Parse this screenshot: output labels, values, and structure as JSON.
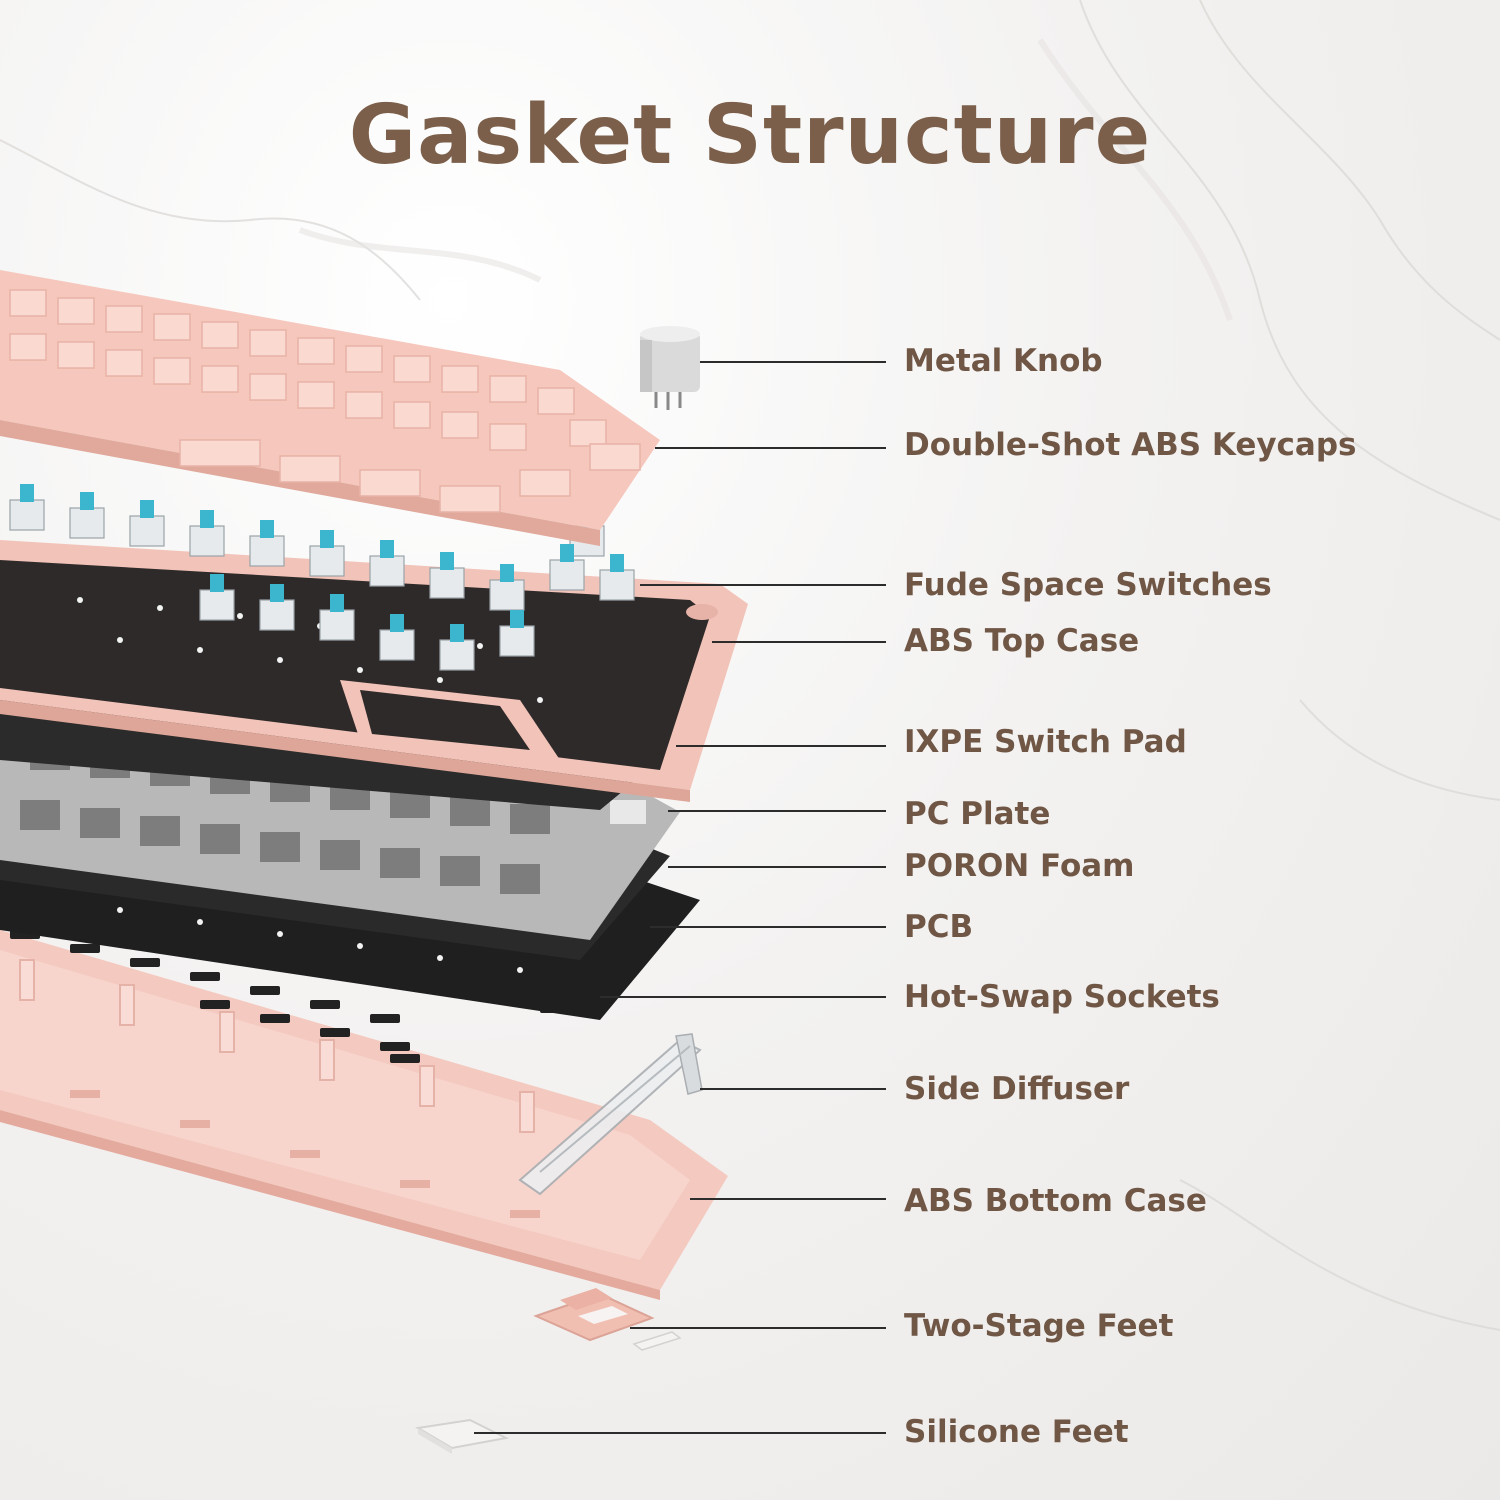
{
  "title": "Gasket Structure",
  "colors": {
    "title": "#7b5f4a",
    "label": "#6f5645",
    "case_pink": "#f2c3b8",
    "keycap_pink": "#f6c7bd",
    "switch_stem": "#3cb6cf",
    "plate_grey": "#b9b9b9",
    "pcb_black": "#1f1f1f",
    "leader_line": "#2c2c2c"
  },
  "components": [
    {
      "id": "metal-knob",
      "label": "Metal Knob"
    },
    {
      "id": "keycaps",
      "label": "Double-Shot ABS Keycaps"
    },
    {
      "id": "switches",
      "label": "Fude Space Switches"
    },
    {
      "id": "top-case",
      "label": "ABS Top Case"
    },
    {
      "id": "switch-pad",
      "label": "IXPE Switch Pad"
    },
    {
      "id": "pc-plate",
      "label": "PC Plate"
    },
    {
      "id": "poron-foam",
      "label": "PORON Foam"
    },
    {
      "id": "pcb",
      "label": "PCB"
    },
    {
      "id": "sockets",
      "label": "Hot-Swap Sockets"
    },
    {
      "id": "side-diffuser",
      "label": "Side Diffuser"
    },
    {
      "id": "bottom-case",
      "label": "ABS Bottom Case"
    },
    {
      "id": "two-stage-feet",
      "label": "Two-Stage Feet"
    },
    {
      "id": "silicone-feet",
      "label": "Silicone Feet"
    }
  ]
}
